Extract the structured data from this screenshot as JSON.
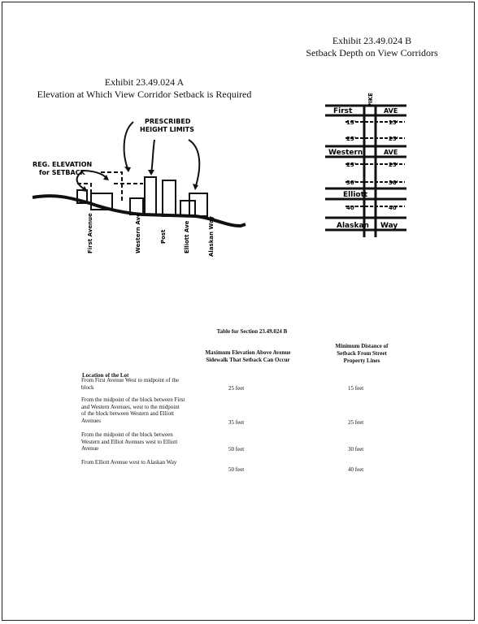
{
  "exhibit_a": {
    "line1": "Exhibit 23.49.024 A",
    "line2": "Elevation at Which View Corridor Setback is Required",
    "labels": {
      "prescribed1": "PRESCRIBED",
      "prescribed2": "HEIGHT LIMITS",
      "reg1": "REG. ELEVATION",
      "reg2": "for SETBACK"
    },
    "streets": [
      "First Avenue",
      "Western Ave",
      "Post",
      "Elliott Ave",
      "Alaskan Way"
    ]
  },
  "exhibit_b": {
    "line1": "Exhibit 23.49.024 B",
    "line2": "Setback Depth on View Corridors",
    "vertical_street": "Pike St",
    "streets": {
      "first": "First",
      "first_suffix": "AVE",
      "western": "Western",
      "western_suffix": "AVE",
      "elliott": "Elliott",
      "alaskan": "Alaskan",
      "alaskan_suffix": "Way"
    },
    "depths": {
      "d15a": "15'",
      "d15b": "15'",
      "d25a": "25'",
      "d25b": "25'",
      "d25c": "25'",
      "d25d": "25'",
      "d30a": "30'",
      "d30b": "30'",
      "d40a": "40'",
      "d40b": "40'",
      "pike": "PIKE"
    }
  },
  "table": {
    "title": "Table for Section 23.49.024 B",
    "headers": {
      "location": "Location of the Lot",
      "elevation": "Maximum Elevation Above Avenue Sidewalk That Setback Can Occur",
      "distance": "Minimum Distance of Setback From Street Property Lines"
    },
    "rows": [
      {
        "location": "From First Avenue West to midpoint of the block",
        "elevation": "25 feet",
        "distance": "15 feet"
      },
      {
        "location": "From the midpoint of the block between First and Western Avenues, west to the midpoint of the block between Western and Elliott Avenues",
        "elevation": "35 feet",
        "distance": "25 feet"
      },
      {
        "location": "From the midpoint of the block between Western and Elliot Avenues west to Elliott Avenue",
        "elevation": "50 feet",
        "distance": "30 feet"
      },
      {
        "location": "From Elliott Avenue west to Alaskan Way",
        "elevation": "50 feet",
        "distance": "40 feet"
      }
    ]
  }
}
